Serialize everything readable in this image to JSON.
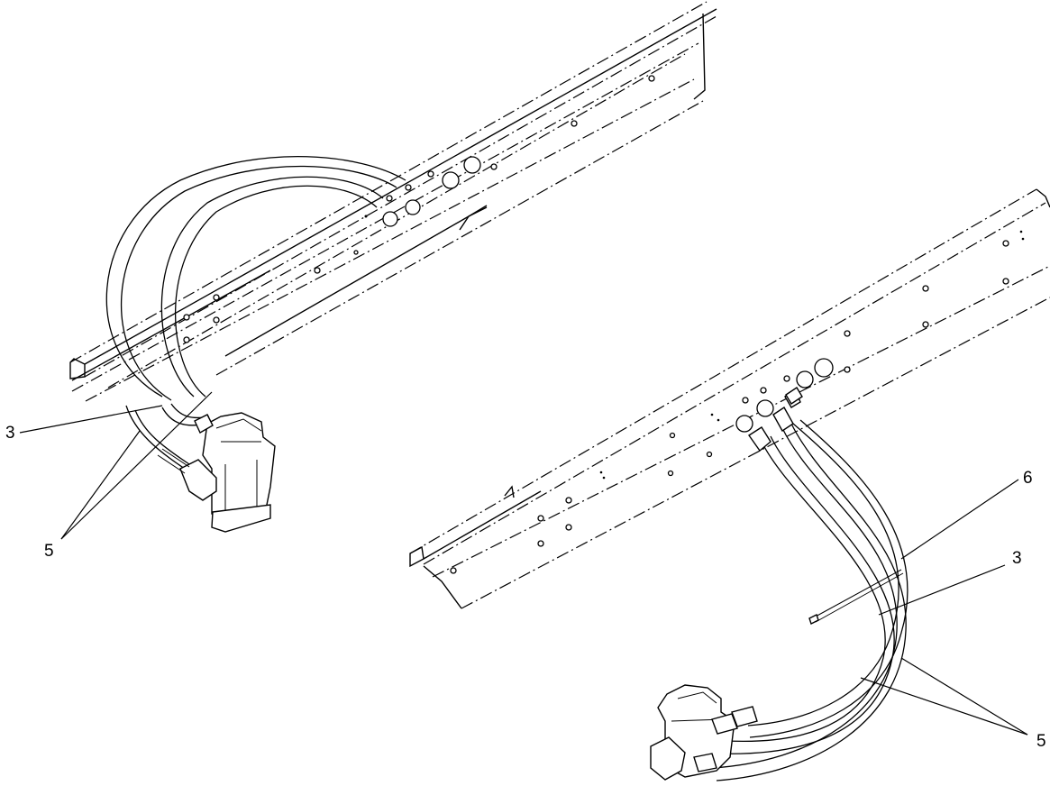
{
  "callouts": {
    "left_3": "3",
    "left_5": "5",
    "right_6": "6",
    "right_3": "3",
    "right_5": "5"
  }
}
